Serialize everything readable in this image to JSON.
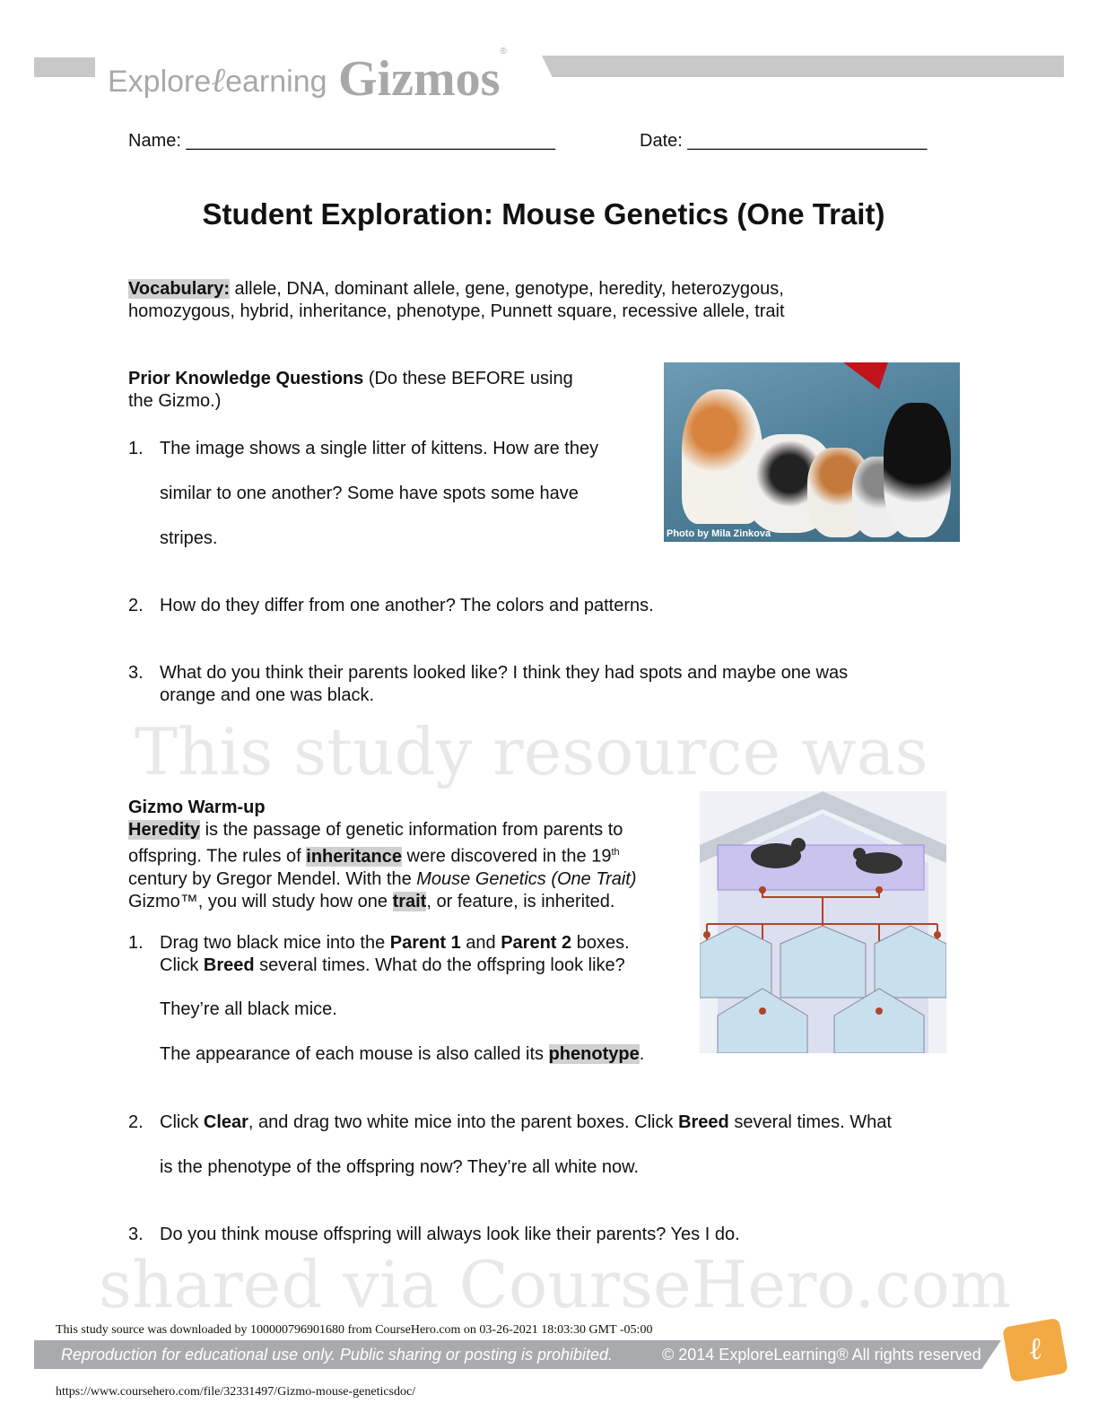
{
  "header": {
    "brand_left": "Explore",
    "brand_script": "ℓ",
    "brand_right": "earning",
    "product": "Gizmos",
    "reg": "®"
  },
  "form": {
    "name_label": "Name: ",
    "name_line": "_____________________________________",
    "date_label": "Date: ",
    "date_line": "________________________"
  },
  "title": "Student Exploration: Mouse Genetics (One Trait)",
  "vocab": {
    "label": "Vocabulary:",
    "line1": " allele, DNA, dominant allele, gene, genotype, heredity, heterozygous,",
    "line2": "homozygous, hybrid, inheritance, phenotype, Punnett square, recessive allele, trait"
  },
  "prior": {
    "heading": "Prior Knowledge Questions",
    "note": " (Do these BEFORE using",
    "note2": "the Gizmo.)",
    "q1_num": "1.",
    "q1_a": "The image shows a single litter of kittens. How are they",
    "q1_b": "similar to one another? Some have spots some have",
    "q1_c": "stripes.",
    "q2_num": "2.",
    "q2": "How do they differ from one another? The colors and patterns.",
    "q3_num": "3.",
    "q3_a": "What do you think their parents looked like? I think they had spots and maybe one was",
    "q3_b": "orange and one was black."
  },
  "photo_credit": "Photo by Mila Zinkova",
  "warmup": {
    "heading": "Gizmo Warm-up",
    "p1_hl": "Heredity",
    "p1_a": " is the passage of genetic information from parents to",
    "p2_a": "offspring. The rules of ",
    "p2_hl": "inheritance",
    "p2_b": " were discovered in the 19",
    "p2_sup": "th",
    "p3_a": "century by Gregor Mendel. With the ",
    "p3_i": "Mouse Genetics (One Trait)",
    "p4_a": "Gizmo™, you will study how one ",
    "p4_hl": "trait",
    "p4_b": ", or feature, is inherited.",
    "q1_num": "1.",
    "q1_a": "Drag two black mice into the ",
    "q1_b1": "Parent 1",
    "q1_and": " and ",
    "q1_b2": "Parent 2",
    "q1_end": " boxes.",
    "q1_c": "Click ",
    "q1_breed": "Breed",
    "q1_d": " several times. What do the offspring look like?",
    "q1_ans": "They’re all black mice.",
    "q1_e": "The appearance of each mouse is also called its ",
    "q1_hl": "phenotype",
    "q1_f": ".",
    "q2_num": "2.",
    "q2_a": "Click ",
    "q2_clear": "Clear",
    "q2_b": ", and drag two white mice into the parent boxes. Click ",
    "q2_breed": "Breed",
    "q2_c": " several times. What",
    "q2_d": "is the phenotype of the offspring now? They’re all white now.",
    "q3_num": "3.",
    "q3": "Do you think mouse offspring will always look like their parents? Yes I do."
  },
  "watermark": {
    "line1": "This study resource was",
    "line2": "shared via CourseHero.com"
  },
  "footer": {
    "download": "This study source was downloaded by 100000796901680 from CourseHero.com on 03-26-2021 18:03:30 GMT -05:00",
    "repro": "Reproduction for educational use only. Public sharing or posting is prohibited.",
    "copyright": "© 2014 ExploreLearning® All rights reserved",
    "url": "https://www.coursehero.com/file/32331497/Gizmo-mouse-geneticsdoc/"
  }
}
